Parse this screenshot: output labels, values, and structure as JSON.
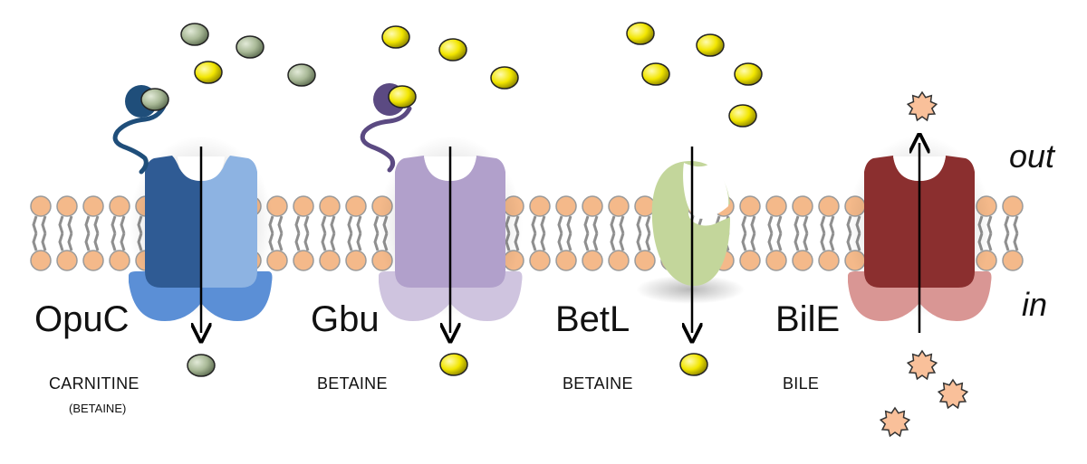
{
  "labels": {
    "out": "out",
    "in": "in"
  },
  "transporters": [
    {
      "name": "OpuC",
      "substrate": "CARNITINE",
      "substrate_secondary": "(BETAINE)"
    },
    {
      "name": "Gbu",
      "substrate": "BETAINE"
    },
    {
      "name": "BetL",
      "substrate": "BETAINE"
    },
    {
      "name": "BilE",
      "substrate": "BILE"
    }
  ],
  "colors": {
    "lipid_head": "#f4b98a",
    "lipid_head_stroke": "#9a9a9a",
    "lipid_tail": "#8f8f8f",
    "opuc_dark": "#2f5b94",
    "opuc_light": "#8db3e2",
    "opuc_base": "#5b8fd6",
    "opuc_binding": "#1f4e7a",
    "gbu_main": "#b1a0cb",
    "gbu_base": "#cfc4df",
    "gbu_binding": "#5b4a82",
    "betl": "#c3d69b",
    "bile_dark": "#8b2f2f",
    "bile_base": "#d99694",
    "carnitine_ball": "#a8b896",
    "betaine_ball": "#f2e600",
    "bile_salt": "#f9c09a"
  },
  "icons": {
    "carnitine": "grey-green-ball-icon",
    "betaine": "yellow-ball-icon",
    "bile": "star-burst-icon",
    "arrow": "arrow-icon"
  }
}
